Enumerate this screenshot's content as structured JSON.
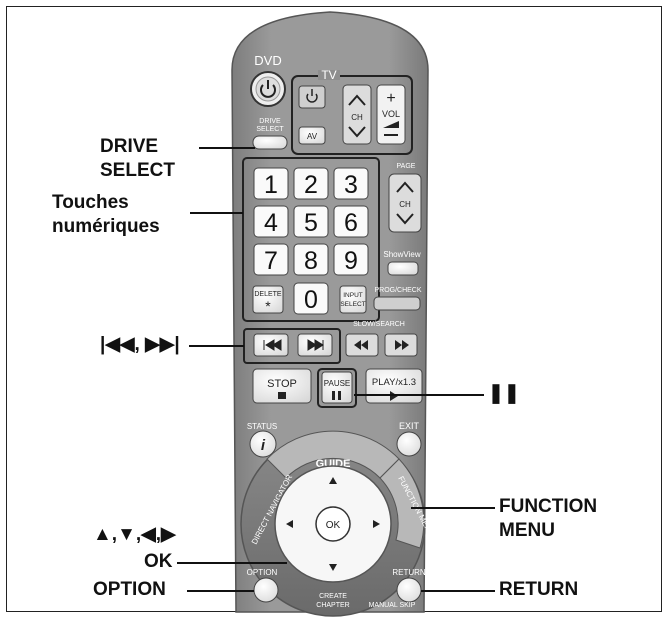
{
  "remote": {
    "dvd_label": "DVD",
    "tv_label": "TV",
    "drive_select_key": [
      "DRIVE",
      "SELECT"
    ],
    "av_key": "AV",
    "ch_label": "CH",
    "vol_label": "VOL",
    "page_label": "PAGE",
    "page_ch_label": "CH",
    "digits": [
      "1",
      "2",
      "3",
      "4",
      "5",
      "6",
      "7",
      "8",
      "9",
      "0"
    ],
    "delete_key": "DELETE",
    "input_select_key": [
      "INPUT",
      "SELECT"
    ],
    "showview_key": "ShowView",
    "prog_check_key": "PROG/CHECK",
    "slow_search_label": "SLOW/SEARCH",
    "stop_key": "STOP",
    "pause_key": "PAUSE",
    "play_key": "PLAY/x1.3",
    "status_key": "STATUS",
    "exit_key": "EXIT",
    "guide_label": "GUIDE",
    "direct_navigator_label": "DIRECT NAVIGATOR",
    "function_menu_key_label": "FUNCTION MENU",
    "ok_key": "OK",
    "option_key": "OPTION",
    "return_key": "RETURN",
    "create_chapter_key": [
      "CREATE",
      "CHAPTER"
    ],
    "manual_skip_key": "MANUAL SKIP"
  },
  "callouts": {
    "drive_select": [
      "DRIVE",
      "SELECT"
    ],
    "numeric_keys": [
      "Touches",
      "numériques"
    ],
    "skip": "|◀◀, ▶▶|",
    "pause": "❚❚",
    "function_menu": [
      "FUNCTION",
      "MENU"
    ],
    "arrows": "▲,▼,◀,▶",
    "ok": "OK",
    "option": "OPTION",
    "return": "RETURN"
  },
  "colors": {
    "body": "#8e8e8e",
    "body_edge": "#6f6f6f",
    "key": "#f4f4f4",
    "key_dark": "#d0d0d0",
    "ring": "#7a7a7a",
    "ink": "#111111"
  }
}
